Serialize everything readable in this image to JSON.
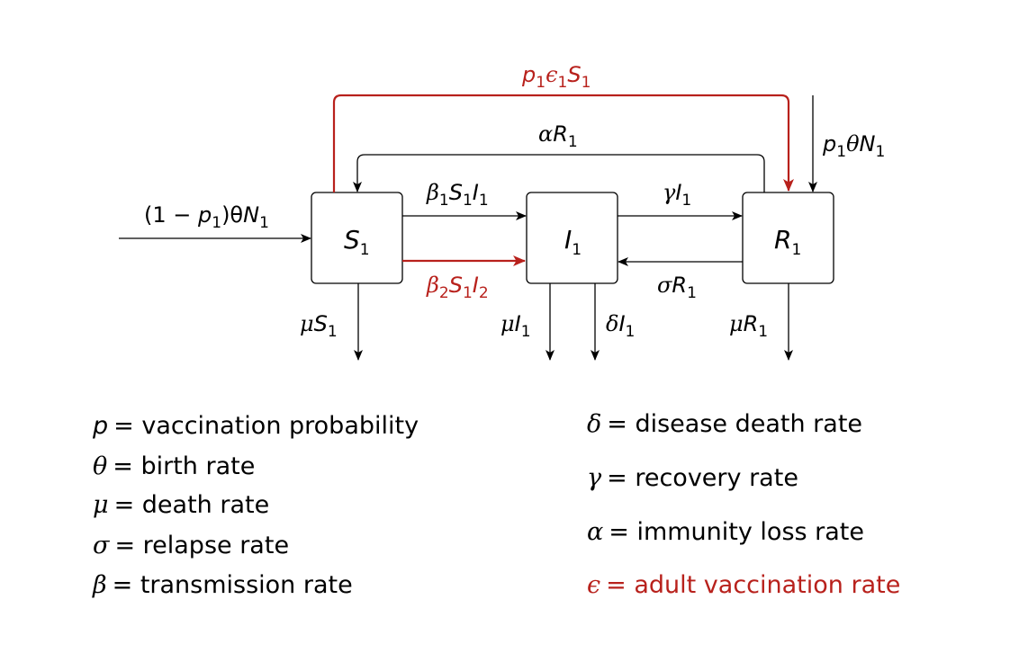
{
  "nodes": {
    "s": {
      "sym": "S",
      "sub": "1"
    },
    "i": {
      "sym": "I",
      "sub": "1"
    },
    "r": {
      "sym": "R",
      "sub": "1"
    }
  },
  "flows": {
    "inflow_s": {
      "prefix": "(1 − ",
      "p": "p",
      "p_sub": "1",
      "mid": ")θ",
      "n": "N",
      "n_sub": "1"
    },
    "inflow_r": {
      "p": "p",
      "p_sub": "1",
      "theta": "θ",
      "n": "N",
      "n_sub": "1"
    },
    "vacc": {
      "p": "p",
      "p_sub": "1",
      "eps": "ϵ",
      "eps_sub": "1",
      "s": "S",
      "s_sub": "1"
    },
    "immunity": {
      "greek": "α",
      "var": "R",
      "sub": "1"
    },
    "trans1": {
      "greek": "β",
      "g_sub": "1",
      "s": "S",
      "s_sub": "1",
      "i": "I",
      "i_sub": "1"
    },
    "trans2": {
      "greek": "β",
      "g_sub": "2",
      "s": "S",
      "s_sub": "1",
      "i": "I",
      "i_sub": "2"
    },
    "recovery": {
      "greek": "γ",
      "var": "I",
      "sub": "1"
    },
    "relapse": {
      "greek": "σ",
      "var": "R",
      "sub": "1"
    },
    "death_s": {
      "greek": "μ",
      "var": "S",
      "sub": "1"
    },
    "death_i": {
      "greek": "μ",
      "var": "I",
      "sub": "1"
    },
    "disease_death": {
      "greek": "δ",
      "var": "I",
      "sub": "1"
    },
    "death_r": {
      "greek": "μ",
      "var": "R",
      "sub": "1"
    }
  },
  "legend": {
    "left": [
      {
        "sym": "p",
        "text": "= vaccination probability"
      },
      {
        "sym": "θ",
        "text": "= birth rate"
      },
      {
        "sym": "μ",
        "text": "= death rate"
      },
      {
        "sym": "σ",
        "text": "= relapse rate"
      },
      {
        "sym": "β",
        "text": "= transmission rate"
      }
    ],
    "right": [
      {
        "sym": "δ",
        "text": "= disease death rate"
      },
      {
        "sym": "γ",
        "text": "= recovery rate"
      },
      {
        "sym": "α",
        "text": "= immunity loss rate"
      },
      {
        "sym": "ϵ",
        "text": "= adult vaccination rate"
      }
    ]
  },
  "colors": {
    "highlight": "#b8211c",
    "ink": "#000000"
  }
}
